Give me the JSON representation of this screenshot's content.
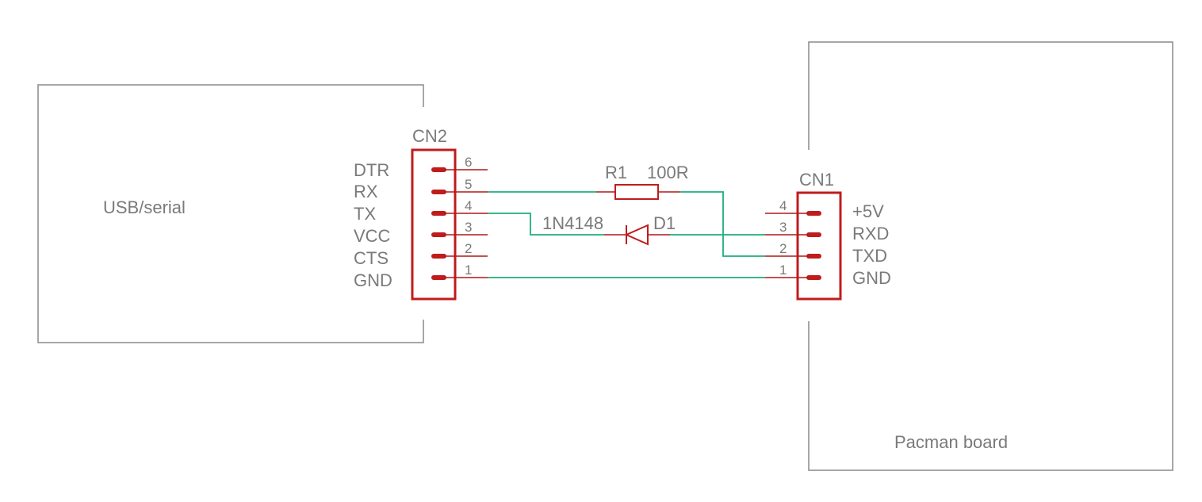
{
  "blocks": {
    "usb_serial": "USB/serial",
    "pacman_board": "Pacman board"
  },
  "cn2": {
    "ref": "CN2",
    "signals": [
      "DTR",
      "RX",
      "TX",
      "VCC",
      "CTS",
      "GND"
    ],
    "pins": [
      "6",
      "5",
      "4",
      "3",
      "2",
      "1"
    ]
  },
  "cn1": {
    "ref": "CN1",
    "signals": [
      "+5V",
      "RXD",
      "TXD",
      "GND"
    ],
    "pins": [
      "4",
      "3",
      "2",
      "1"
    ]
  },
  "r1": {
    "ref": "R1",
    "value": "100R"
  },
  "d1": {
    "ref": "D1",
    "value": "1N4148"
  },
  "colors": {
    "frame": "#8a8a8a",
    "component": "#c01c1c",
    "wire": "#1fae7a",
    "text": "#7a7a7a"
  }
}
